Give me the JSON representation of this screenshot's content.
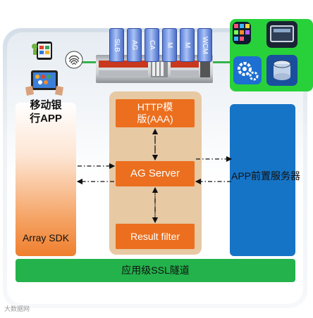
{
  "diagram": {
    "mobile_app_label": "移动银\n行APP",
    "array_sdk_label": "Array SDK",
    "http_module_label": "HTTP模\n版(AAA)",
    "ag_server_label": "AG Server",
    "result_filter_label": "Result filter",
    "app_frontend_server_label": "APP前置服务器",
    "ssl_tunnel_label": "应用级SSL隧道",
    "appliance_cards": [
      "SLB",
      "AG",
      "CA",
      "M",
      "M",
      "WCM"
    ],
    "watermark_text": "大数据网"
  },
  "colors": {
    "orange_box": "#eb6f1e",
    "tan_column": "#e7c9a4",
    "blue_column": "#1674c6",
    "green_bar": "#23b24b",
    "icon_panel_green": "#28d13a"
  },
  "icons": [
    "tablet-icon",
    "fingerprint-icon",
    "hand-tablet-icon",
    "server-appliance-icon",
    "gear-icon",
    "database-icon",
    "monitor-icon",
    "globe-app-icon"
  ]
}
